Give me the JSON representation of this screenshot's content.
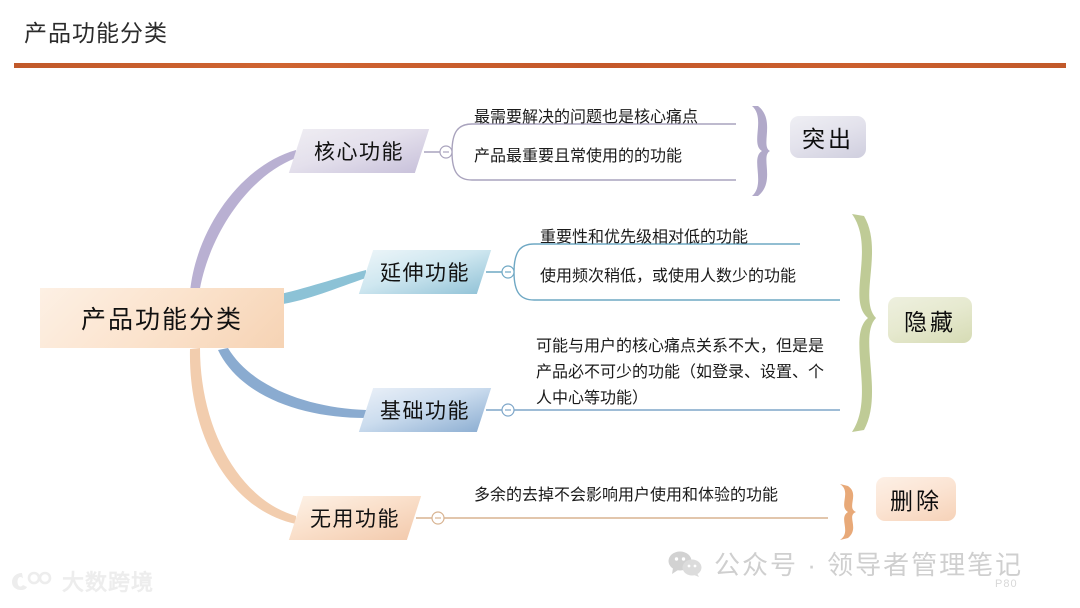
{
  "slide": {
    "title": "产品功能分类",
    "page_number": "P80",
    "accent_color": "#c4582a"
  },
  "mindmap": {
    "root": {
      "label": "产品功能分类",
      "color": "#f6d3b4"
    },
    "branches": [
      {
        "label": "核心功能",
        "color": "#c9c2db",
        "leaves": [
          "最需要解决的问题也是核心痛点",
          "产品最重要且常使用的的功能"
        ],
        "result": {
          "label": "突出",
          "color": "#cfcede"
        },
        "toggle_icon": "collapse-minus-icon"
      },
      {
        "label": "延伸功能",
        "color": "#94c4d8",
        "leaves": [
          "重要性和优先级相对低的功能",
          "使用频次稍低，或使用人数少的功能"
        ],
        "toggle_icon": "collapse-minus-icon"
      },
      {
        "label": "基础功能",
        "color": "#8fb0d3",
        "leaves": [
          "可能与用户的核心痛点关系不大，但是是产品必不可少的功能（如登录、设置、个人中心等功能）"
        ],
        "toggle_icon": "collapse-minus-icon"
      },
      {
        "label": "无用功能",
        "color": "#f3cbae",
        "leaves": [
          "多余的去掉不会影响用户使用和体验的功能"
        ],
        "result": {
          "label": "删除",
          "color": "#f6d2b8"
        },
        "toggle_icon": "collapse-minus-icon"
      }
    ],
    "grouped_result": {
      "label": "隐藏",
      "color": "#d6dbb4"
    }
  },
  "watermarks": {
    "bottom_right": {
      "text": "公众号 · 领导者管理笔记",
      "icon": "wechat-icon"
    },
    "bottom_left": {
      "text": "大数跨境",
      "icon": "brand-logo-icon"
    }
  }
}
